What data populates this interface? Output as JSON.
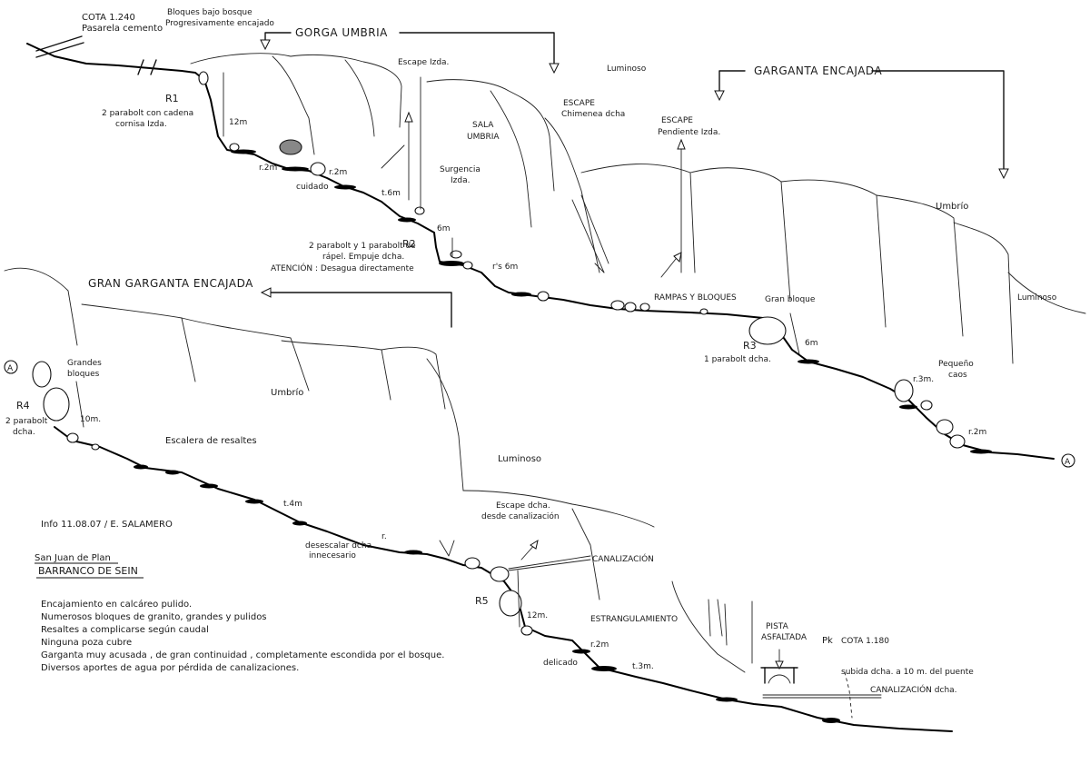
{
  "header": {
    "cota_top": "COTA 1.240",
    "pasarela": "Pasarela cemento",
    "bloques_line1": "Bloques bajo bosque",
    "bloques_line2": "Progresivamente encajado"
  },
  "sections": {
    "gorga_umbria": "GORGA UMBRIA",
    "garganta_encajada": "GARGANTA ENCAJADA",
    "gran_garganta": "GRAN GARGANTA ENCAJADA"
  },
  "rappels": {
    "r1": {
      "label": "R1",
      "line1": "2 parabolt con cadena",
      "line2": "cornisa Izda."
    },
    "r2": {
      "label": "R2",
      "line1": "2 parabolt y 1 parabolt de",
      "line2": "rápel. Empuje dcha.",
      "line3": "ATENCIÓN : Desagua directamente"
    },
    "r3": {
      "label": "R3",
      "line1": "1 parabolt dcha."
    },
    "r4": {
      "label": "R4",
      "line1": "2 parabolt",
      "line2": "dcha."
    },
    "r5": {
      "label": "R5"
    }
  },
  "heights": {
    "h12m_a": "12m",
    "r2m_a": "r.2m",
    "r2m_b": "r.2m",
    "cuidado": "cuidado",
    "t6m": "t.6m",
    "h6m_a": "6m",
    "rs6m": "r's 6m",
    "h6m_b": "6m",
    "r3m": "r.3m.",
    "r2m_c": "r.2m",
    "h10m": "10m.",
    "t4m": "t.4m",
    "r_small": "r.",
    "h12m_b": "12m.",
    "r2m_d": "r.2m",
    "t3m": "t.3m.",
    "delicado": "delicado"
  },
  "labels": {
    "escape_izda": "Escape Izda.",
    "sala": "SALA",
    "umbria": "UMBRIA",
    "surgencia": "Surgencia",
    "surgencia_izda": "Izda.",
    "luminoso_top": "Luminoso",
    "escape_chimenea": "ESCAPE",
    "chimenea_dcha": "Chimenea dcha",
    "escape_pendiente": "ESCAPE",
    "pendiente_izda": "Pendiente Izda.",
    "umbrio_right": "Umbrío",
    "luminoso_right": "Luminoso",
    "rampas": "RAMPAS Y BLOQUES",
    "gran_bloque": "Gran bloque",
    "pequeno": "Pequeño",
    "caos": "caos",
    "grandes": "Grandes",
    "bloques": "bloques",
    "umbrio_mid": "Umbrío",
    "escalera": "Escalera de resaltes",
    "luminoso_mid": "Luminoso",
    "escape_dcha": "Escape dcha.",
    "desde_canal": "desde canalización",
    "canalizacion": "CANALIZACIÓN",
    "estrangulamiento": "ESTRANGULAMIENTO",
    "destrepar_1": "desescalar dcha.",
    "destrepar_2": "innecesario",
    "pista_1": "PISTA",
    "pista_2": "ASFALTADA",
    "pk": "Pk",
    "cota_bottom": "COTA 1.180",
    "subida": "subida dcha. a 10 m. del puente",
    "canal_dcha": "CANALIZACIÓN dcha.",
    "marker_a": "A"
  },
  "info": {
    "credit": "Info 11.08.07 / E. SALAMERO",
    "place": "San Juan de Plan",
    "name": "BARRANCO DE SEIN",
    "notes": [
      "Encajamiento en calcáreo pulido.",
      "Numerosos bloques de granito, grandes y pulidos",
      "Resaltes a complicarse según caudal",
      "Ninguna poza cubre",
      "Garganta muy acusada , de gran continuidad , completamente escondida por el bosque.",
      "Diversos aportes de agua por pérdida de canalizaciones."
    ]
  }
}
